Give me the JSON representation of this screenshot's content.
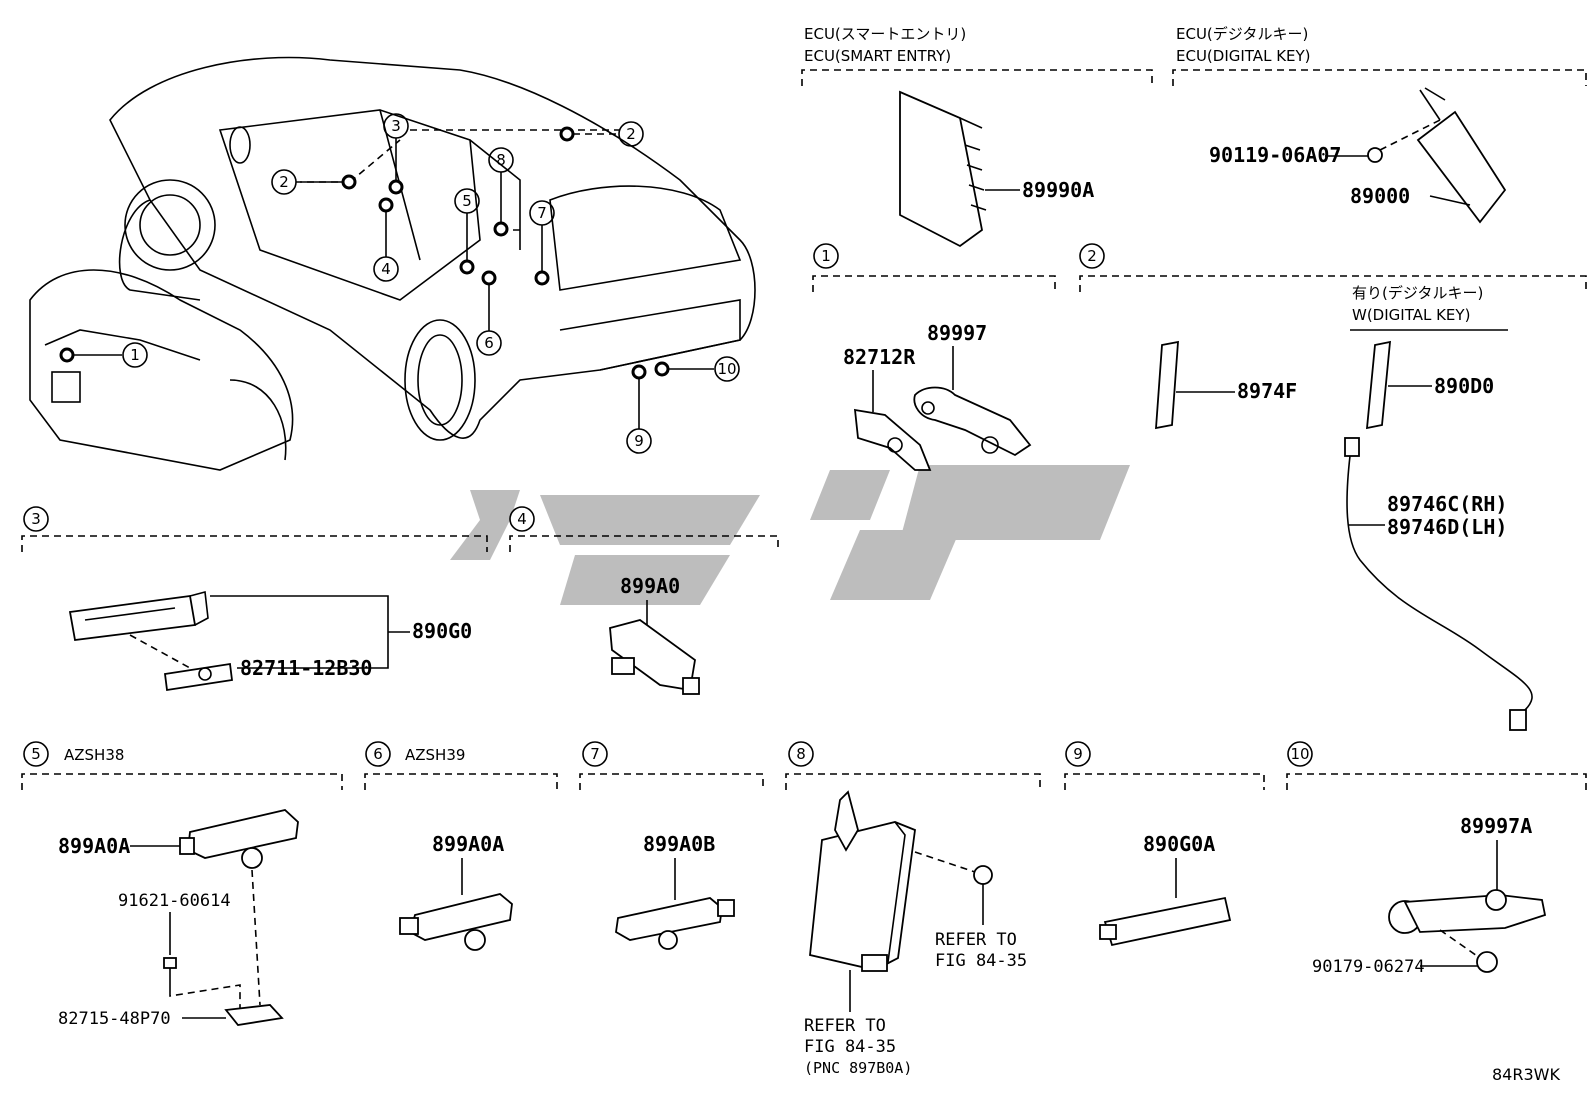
{
  "headers": {
    "ecu_smart_jp": "ECU(スマートエントリ)",
    "ecu_smart_en": "ECU(SMART ENTRY)",
    "ecu_digital_jp": "ECU(デジタルキー)",
    "ecu_digital_en": "ECU(DIGITAL KEY)",
    "digital_key_jp": "有り(デジタルキー)",
    "digital_key_en": "W(DIGITAL KEY)"
  },
  "section_numbers": [
    "1",
    "2",
    "3",
    "4",
    "5",
    "6",
    "7",
    "8",
    "9",
    "10"
  ],
  "section_models": {
    "s5": "AZSH38",
    "s6": "AZSH39"
  },
  "parts": {
    "p89990A": "89990A",
    "p90119": "90119-06A07",
    "p89000": "89000",
    "p82712R": "82712R",
    "p89997": "89997",
    "p8974F": "8974F",
    "p890D0": "890D0",
    "p89746C": "89746C(RH)",
    "p89746D": "89746D(LH)",
    "p890G0": "890G0",
    "p82711": "82711-12B30",
    "p899A0": "899A0",
    "p899A0A_5": "899A0A",
    "p91621": "91621-60614",
    "p82715": "82715-48P70",
    "p899A0A_6": "899A0A",
    "p899A0B": "899A0B",
    "p890G0A": "890G0A",
    "p89997A": "89997A",
    "p90179": "90179-06274"
  },
  "refer": {
    "refer_to": "REFER TO",
    "fig1": "FIG 84-35",
    "refer_to2": "REFER TO",
    "fig2": "FIG 84-35",
    "pnc": "(PNC 897B0A)"
  },
  "figure_id": "84R3WK"
}
